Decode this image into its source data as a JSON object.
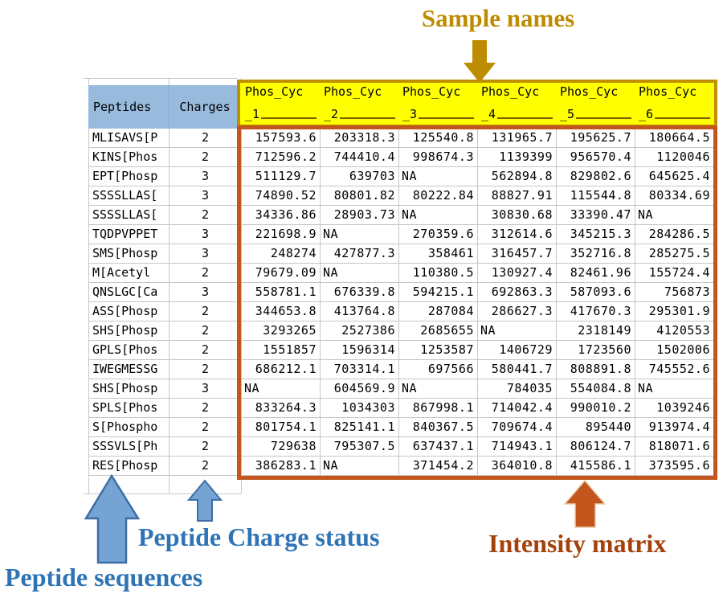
{
  "annotations": {
    "sample_names": "Sample names",
    "peptide_charge_status": "Peptide Charge status",
    "peptide_sequences": "Peptide sequences",
    "intensity_matrix": "Intensity matrix"
  },
  "colors": {
    "header_blue": "#98bbdd",
    "sample_header_yellow": "#ffff00",
    "gold_border": "#bf9000",
    "gold_text": "#be8c00",
    "orange_border": "#c2561d",
    "orange_arrow": "#c2561d",
    "rust_text": "#a5420c",
    "blue_text": "#2e74b5",
    "blue_arrow_fill": "#74a3d4",
    "blue_arrow_stroke": "#3c6fa5",
    "gridline": "#c6c6c6"
  },
  "table": {
    "peptide_header": "Peptides",
    "charge_header": "Charges",
    "sample_headers": [
      {
        "top": "Phos_Cyc",
        "bottom": "_1"
      },
      {
        "top": "Phos_Cyc",
        "bottom": "_2"
      },
      {
        "top": "Phos_Cyc",
        "bottom": "_3"
      },
      {
        "top": "Phos_Cyc",
        "bottom": "_4"
      },
      {
        "top": "Phos_Cyc",
        "bottom": "_5"
      },
      {
        "top": "Phos_Cyc",
        "bottom": "_6"
      }
    ],
    "rows": [
      {
        "peptide": "MLISAVS[P",
        "charge": "2",
        "values": [
          "157593.6",
          "203318.3",
          "125540.8",
          "131965.7",
          "195625.7",
          "180664.5"
        ]
      },
      {
        "peptide": "KINS[Phos",
        "charge": "2",
        "values": [
          "712596.2",
          "744410.4",
          "998674.3",
          "1139399",
          "956570.4",
          "1120046"
        ]
      },
      {
        "peptide": "EPT[Phosp",
        "charge": "3",
        "values": [
          "511129.7",
          "639703",
          "NA",
          "562894.8",
          "829802.6",
          "645625.4"
        ]
      },
      {
        "peptide": "SSSSLLAS[",
        "charge": "3",
        "values": [
          "74890.52",
          "80801.82",
          "80222.84",
          "88827.91",
          "115544.8",
          "80334.69"
        ]
      },
      {
        "peptide": "SSSSLLAS[",
        "charge": "2",
        "values": [
          "34336.86",
          "28903.73",
          "NA",
          "30830.68",
          "33390.47",
          "NA"
        ]
      },
      {
        "peptide": "TQDPVPPET",
        "charge": "3",
        "values": [
          "221698.9",
          "NA",
          "270359.6",
          "312614.6",
          "345215.3",
          "284286.5"
        ]
      },
      {
        "peptide": "SMS[Phosp",
        "charge": "3",
        "values": [
          "248274",
          "427877.3",
          "358461",
          "316457.7",
          "352716.8",
          "285275.5"
        ]
      },
      {
        "peptide": "M[Acetyl",
        "charge": "2",
        "values": [
          "79679.09",
          "NA",
          "110380.5",
          "130927.4",
          "82461.96",
          "155724.4"
        ]
      },
      {
        "peptide": "QNSLGC[Ca",
        "charge": "3",
        "values": [
          "558781.1",
          "676339.8",
          "594215.1",
          "692863.3",
          "587093.6",
          "756873"
        ]
      },
      {
        "peptide": "ASS[Phosp",
        "charge": "2",
        "values": [
          "344653.8",
          "413764.8",
          "287084",
          "286627.3",
          "417670.3",
          "295301.9"
        ]
      },
      {
        "peptide": "SHS[Phosp",
        "charge": "2",
        "values": [
          "3293265",
          "2527386",
          "2685655",
          "NA",
          "2318149",
          "4120553"
        ]
      },
      {
        "peptide": "GPLS[Phos",
        "charge": "2",
        "values": [
          "1551857",
          "1596314",
          "1253587",
          "1406729",
          "1723560",
          "1502006"
        ]
      },
      {
        "peptide": "IWEGMESSG",
        "charge": "2",
        "values": [
          "686212.1",
          "703314.1",
          "697566",
          "580441.7",
          "808891.8",
          "745552.6"
        ]
      },
      {
        "peptide": "SHS[Phosp",
        "charge": "3",
        "values": [
          "NA",
          "604569.9",
          "NA",
          "784035",
          "554084.8",
          "NA"
        ]
      },
      {
        "peptide": "SPLS[Phos",
        "charge": "2",
        "values": [
          "833264.3",
          "1034303",
          "867998.1",
          "714042.4",
          "990010.2",
          "1039246"
        ]
      },
      {
        "peptide": "S[Phospho",
        "charge": "2",
        "values": [
          "801754.1",
          "825141.1",
          "840367.5",
          "709674.4",
          "895440",
          "913974.4"
        ]
      },
      {
        "peptide": "SSSVLS[Ph",
        "charge": "2",
        "values": [
          "729638",
          "795307.5",
          "637437.1",
          "714943.1",
          "806124.7",
          "818071.6"
        ]
      },
      {
        "peptide": "RES[Phosp",
        "charge": "2",
        "values": [
          "386283.1",
          "NA",
          "371454.2",
          "364010.8",
          "415586.1",
          "373595.6"
        ]
      }
    ]
  }
}
